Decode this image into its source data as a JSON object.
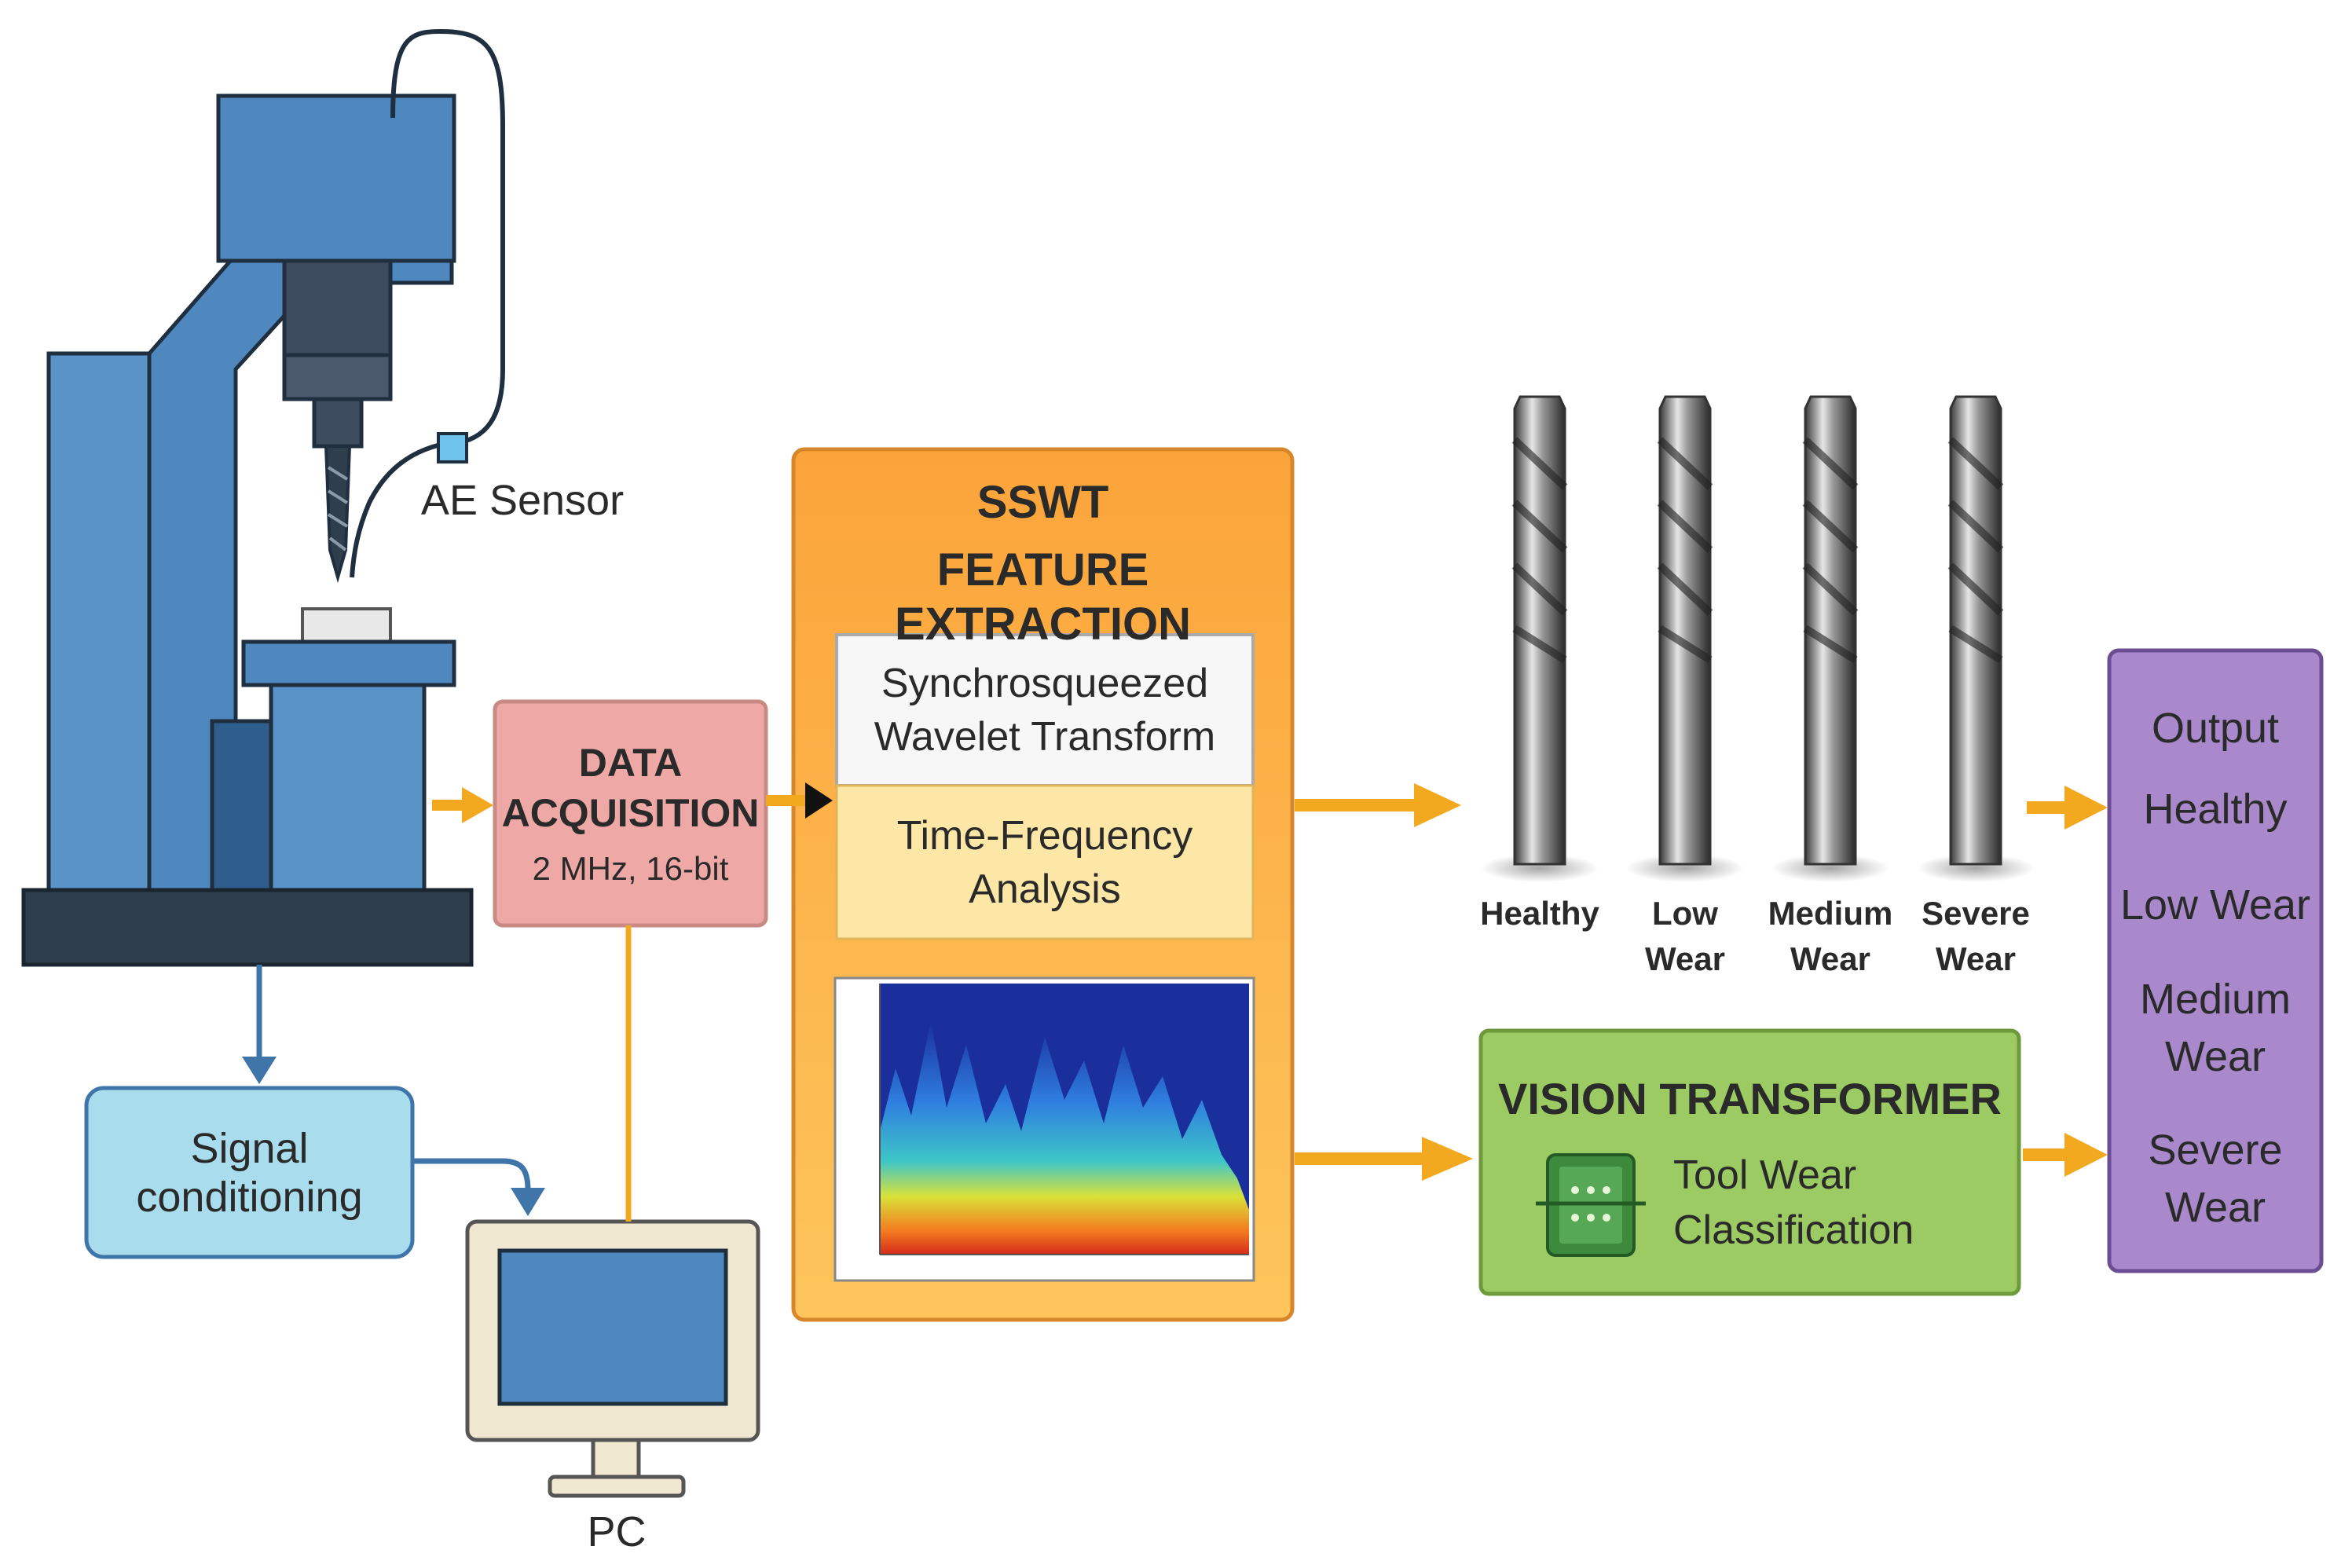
{
  "machine": {
    "sensor_label": "AE Sensor"
  },
  "signal_conditioning": {
    "line1": "Signal",
    "line2": "conditioning"
  },
  "pc": {
    "label": "PC"
  },
  "data_acquisition": {
    "title_line1": "DATA",
    "title_line2": "ACQUISITION",
    "spec": "2 MHz, 16-bit"
  },
  "sswt": {
    "title_line1": "SSWT",
    "title_line2": "FEATURE EXTRACTION",
    "method_line1": "Synchrosqueezed",
    "method_line2": "Wavelet Transform",
    "analysis_line1": "Time-Frequency",
    "analysis_line2": "Analysis"
  },
  "tools": [
    {
      "line1": "Healthy",
      "line2": ""
    },
    {
      "line1": "Low",
      "line2": "Wear"
    },
    {
      "line1": "Medium",
      "line2": "Wear"
    },
    {
      "line1": "Severe",
      "line2": "Wear"
    }
  ],
  "vit": {
    "title": "VISION TRANSFORMER",
    "line1": "Tool Wear",
    "line2": "Classification"
  },
  "output": {
    "title": "Output",
    "classes": [
      {
        "line1": "Healthy",
        "line2": ""
      },
      {
        "line1": "Low Wear",
        "line2": ""
      },
      {
        "line1": "Medium",
        "line2": "Wear"
      },
      {
        "line1": "Severe",
        "line2": "Wear"
      }
    ]
  },
  "colors": {
    "machine_blue": "#4f87bf",
    "machine_dark": "#2f3e4c",
    "daq_fill": "#eea9a6",
    "sswt_fill": "#fbb345",
    "vit_fill": "#9ccb63",
    "output_fill": "#a988cc",
    "signal_fill": "#a9dcec",
    "arrow_orange": "#f2a81f",
    "arrow_blue": "#3f75a8"
  }
}
